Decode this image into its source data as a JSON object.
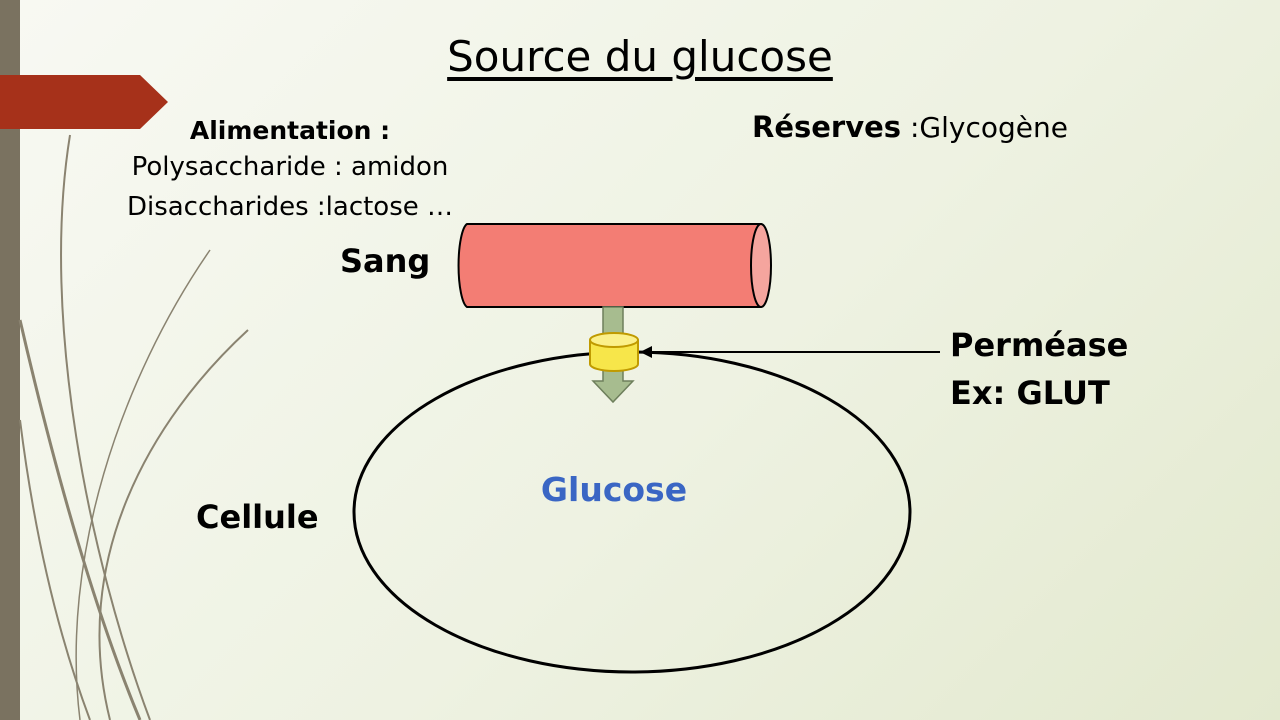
{
  "slide": {
    "title": "Source du glucose",
    "alimentation": {
      "label": "Alimentation :",
      "line1": "Polysaccharide : amidon",
      "line2": "Disaccharides :lactose …"
    },
    "reserves": {
      "label": "Réserves",
      "value": " :Glycogène"
    }
  },
  "diagram": {
    "blood_label": "Sang",
    "transporter_label": "Perméase",
    "transporter_example": "Ex: GLUT",
    "cell_content": "Glucose",
    "cell_label": "Cellule"
  },
  "colors": {
    "accent_tab": "#a6311a",
    "vessel_fill": "#f37d74",
    "vessel_end": "#f5a59e",
    "arrow_fill": "#a7bc8f",
    "arrow_stroke": "#6e7f5c",
    "permease_fill": "#f7e64a",
    "permease_stroke": "#c09a00",
    "glucose_text": "#3a66c4",
    "left_bar": "#7a7260"
  }
}
